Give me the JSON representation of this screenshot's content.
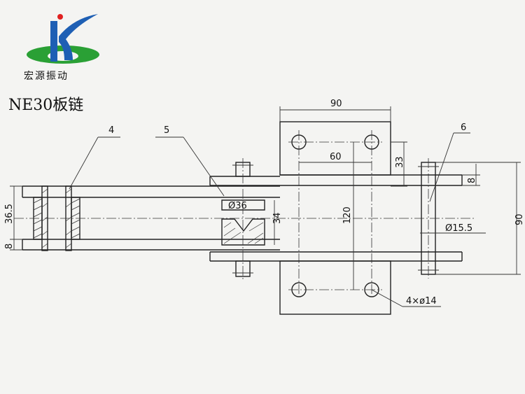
{
  "brand": {
    "name": "宏源振动",
    "logo_colors": {
      "blue": "#1e5fb4",
      "green": "#2aa035",
      "red": "#e02020"
    }
  },
  "title": "NE30板链",
  "labels": {
    "part4": "4",
    "part5": "5",
    "part6": "6",
    "d90_top": "90",
    "d60": "60",
    "d33": "33",
    "d120": "120",
    "d36": "Ø36",
    "d34": "34",
    "d36_5": "36.5",
    "d8_left": "8",
    "d8_right": "8",
    "d15_5": "Ø15.5",
    "d90_right": "90",
    "holes": "4×ø14"
  }
}
